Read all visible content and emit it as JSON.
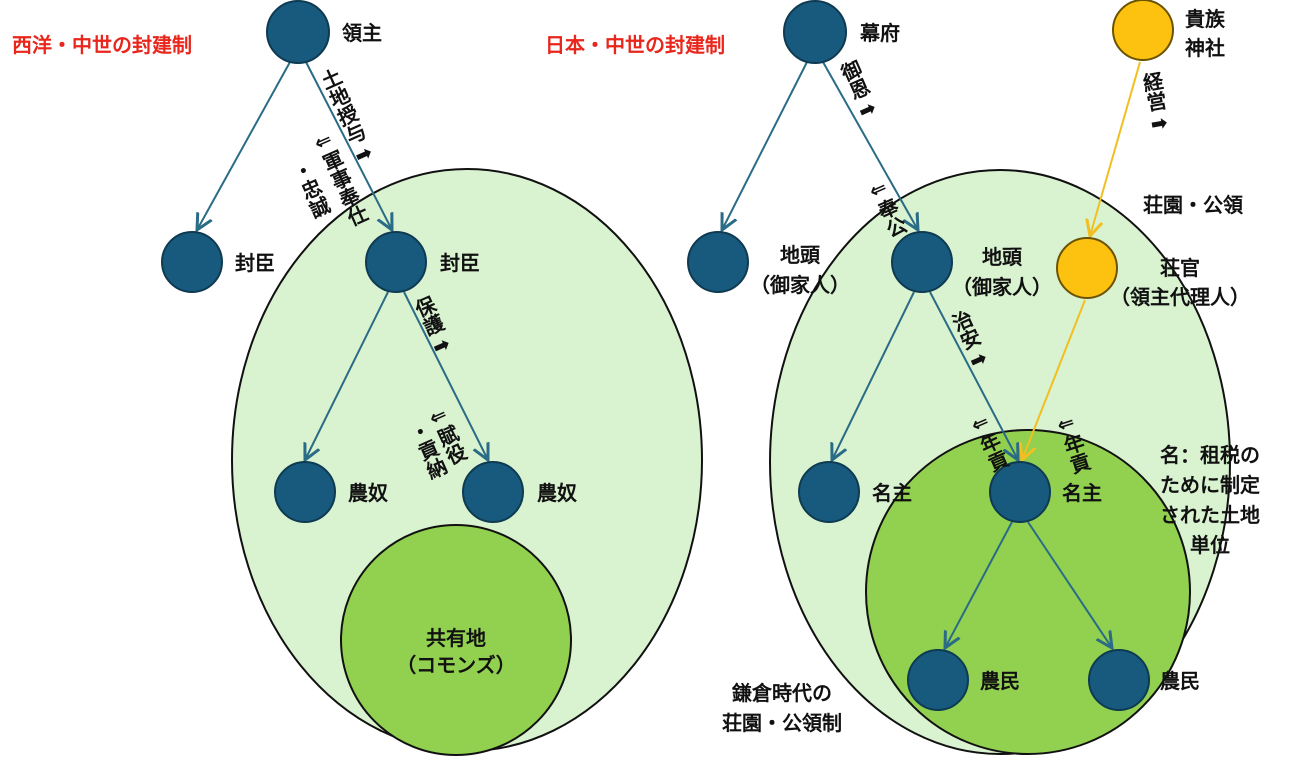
{
  "left": {
    "title": "西洋・中世の封建制",
    "lord": "領主",
    "vassal_left": "封臣",
    "vassal_right": "封臣",
    "serf_left": "農奴",
    "serf_right": "農奴",
    "commons": [
      "共有地",
      "（コモンズ）"
    ],
    "edge_grant": "土地授与➡",
    "edge_service": "⇐軍事奉仕",
    "edge_loyalty": "・忠誠",
    "edge_protect": "保護➡",
    "edge_labor": "⇐賦役",
    "edge_tribute": "・貢納"
  },
  "right": {
    "title": "日本・中世の封建制",
    "shogunate": "幕府",
    "nobles": [
      "貴族",
      "神社"
    ],
    "jito_left": [
      "地頭",
      "（御家人）"
    ],
    "jito_right": [
      "地頭",
      "（御家人）"
    ],
    "shokan": [
      "荘官",
      "（領主代理人）"
    ],
    "myoshu_left": "名主",
    "myoshu_right": "名主",
    "peasant_left": "農民",
    "peasant_right": "農民",
    "estate_label": "荘園・公領",
    "myo_note": [
      "名：租税の",
      "ために制定",
      "された土地",
      "単位"
    ],
    "system_label": [
      "鎌倉時代の",
      "荘園・公領制"
    ],
    "edge_goon": "御恩➡",
    "edge_hoko": "⇐奉公",
    "edge_keiei": "経営➡",
    "edge_chian": "治安➡",
    "edge_nengu1": "⇐年貢",
    "edge_nengu2": "⇐年貢"
  },
  "colors": {
    "node": "#175a7d",
    "yellow": "#fdc10f",
    "light_green": "#d9f2d0",
    "green": "#92d050",
    "title_red": "#e8261c"
  }
}
